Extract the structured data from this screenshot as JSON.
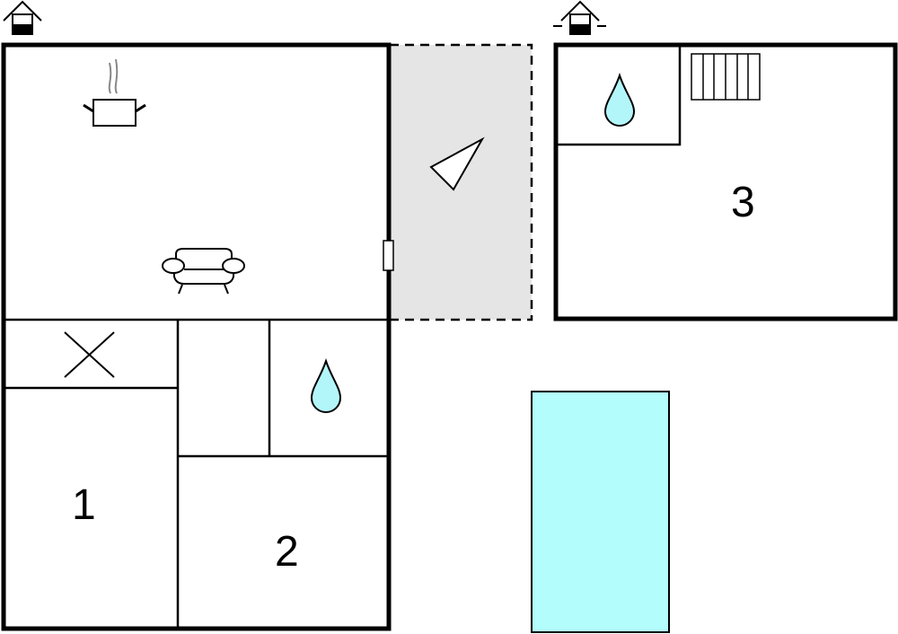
{
  "rooms": {
    "room1": {
      "label": "1"
    },
    "room2": {
      "label": "2"
    },
    "room3": {
      "label": "3"
    }
  },
  "colors": {
    "water": "#b3f6fa",
    "pool": "#b3fdfd",
    "terrace": "#e5e5e5",
    "wall": "#000000"
  },
  "icons": [
    "entrance-icon",
    "cooking-pot-icon",
    "sofa-icon",
    "bathroom-drop-icon",
    "staircase-icon",
    "compass-icon",
    "cross-icon",
    "door-icon"
  ]
}
